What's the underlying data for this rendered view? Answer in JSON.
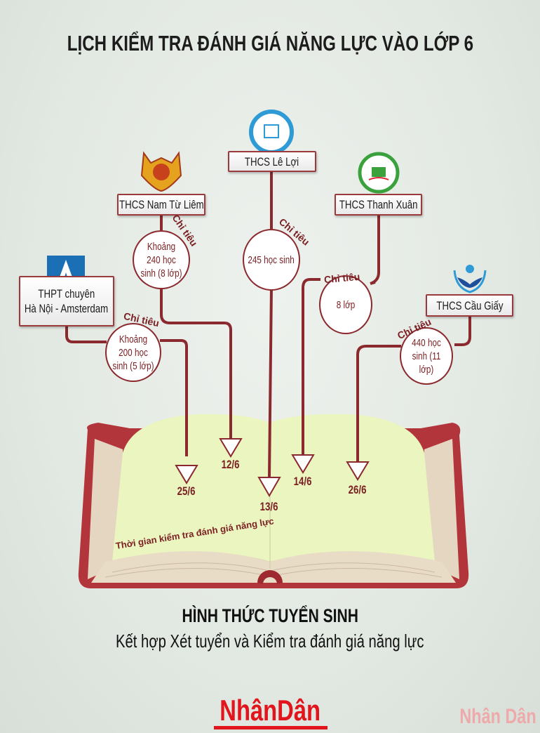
{
  "title": "LỊCH KIỂM TRA ĐÁNH GIÁ NĂNG LỰC VÀO LỚP 6",
  "quota_label": "Chỉ tiêu",
  "schools": [
    {
      "name": "THPT chuyên Hà Nội - Amsterdam",
      "name_line1": "THPT chuyên",
      "name_line2": "Hà Nội - Amsterdam",
      "quota": "Khoảng 200 học sinh (5 lớp)",
      "date": "25/6",
      "logo": "hanoi-amsterdam-logo"
    },
    {
      "name": "THCS Nam Từ Liêm",
      "quota": "Khoảng 240 học sinh (8 lớp)",
      "date": "12/6",
      "logo": "nam-tu-liem-logo"
    },
    {
      "name": "THCS Lê Lợi",
      "quota": "245 học sinh",
      "date": "13/6",
      "logo": "le-loi-logo"
    },
    {
      "name": "THCS Thanh Xuân",
      "quota": "8 lớp",
      "date": "14/6",
      "logo": "thanh-xuan-logo"
    },
    {
      "name": "THCS Cầu Giấy",
      "quota": "440 học sinh (11 lớp)",
      "date": "26/6",
      "logo": "cau-giay-logo"
    }
  ],
  "book_caption": "Thời gian kiểm tra đánh giá năng lực",
  "footer": {
    "heading": "HÌNH THỨC TUYỂN SINH",
    "subtitle": "Kết hợp Xét tuyển và Kiểm tra đánh giá năng lực"
  },
  "brand": "NhânDân",
  "watermark": "Nhân Dân",
  "colors": {
    "line": "#8b2a2e",
    "book_cover": "#b3353c",
    "page": "#eaf5c0",
    "brand": "#e2141c"
  }
}
